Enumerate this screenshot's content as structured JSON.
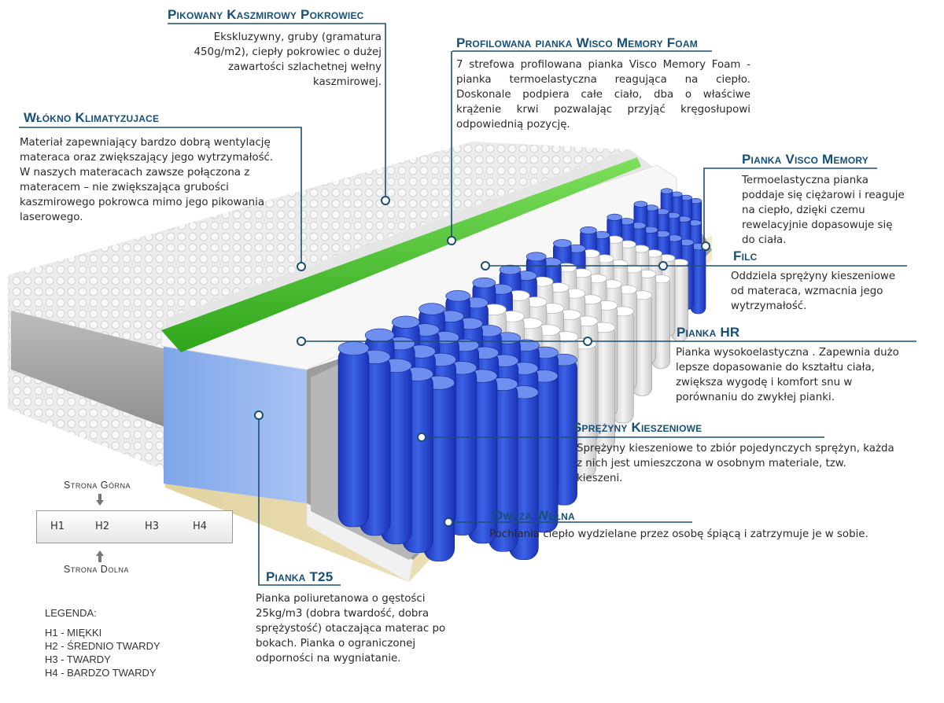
{
  "labels": {
    "pikowany": {
      "title": "Pikowany Kaszmirowy Pokrowiec",
      "lines": [
        "Ekskluzywny, gruby (gramatura",
        "450g/m2), ciepły pokrowiec o dużej",
        "zawartości szlachetnej wełny",
        "kaszmirowej."
      ]
    },
    "profilowana": {
      "title": "Profilowana pianka Wisco Memory Foam",
      "lines": [
        "7 strefowa profilowana pianka Visco Memory Foam -",
        "pianka termoelastyczna reagująca na ciepło.",
        "Doskonale podpiera całe ciało, dba o właściwe",
        "krążenie krwi pozwalając przyjąć kręgosłupowi",
        "odpowiednią pozycję."
      ]
    },
    "wlokno": {
      "title": "Włókno Klimatyzujace",
      "lines": [
        "Materiał zapewniający bardzo dobrą wentylację",
        "materaca oraz zwiększający jego wytrzymałość.",
        "W naszych materacach zawsze połączona z",
        "materacem – nie zwiększająca grubości",
        "kaszmirowego pokrowca mimo jego pikowania",
        "laserowego."
      ]
    },
    "visco": {
      "title": "Pianka Visco Memory",
      "lines": [
        "Termoelastyczna pianka",
        "poddaje się ciężarowi i reaguje",
        "na ciepło, dzięki czemu",
        "rewelacyjnie dopasowuje się",
        "do ciała."
      ]
    },
    "filc": {
      "title": "Filc",
      "lines": [
        "Oddziela sprężyny kieszeniowe",
        "od materaca, wzmacnia jego",
        "wytrzymałość."
      ]
    },
    "hr": {
      "title": "Pianka HR",
      "lines": [
        "Pianka wysokoelastyczna . Zapewnia dużo",
        "lepsze dopasowanie do kształtu ciała,",
        "zwiększa wygodę i komfort snu w",
        "porównaniu do zwykłej pianki."
      ]
    },
    "sprezyny": {
      "title": "Sprężyny Kieszeniowe",
      "lines": [
        "Sprężyny kieszeniowe to zbiór pojedynczych sprężyn, każda",
        "z nich jest umieszczona w osobnym materiale, tzw.",
        "kieszeni."
      ]
    },
    "owcza": {
      "title": "Owcza Wełna",
      "lines": [
        "Pochłania ciepło wydzielane przez osobę śpiącą i zatrzymuje je w sobie."
      ]
    },
    "t25": {
      "title": "Pianka T25",
      "lines": [
        "Pianka poliuretanowa o gęstości",
        "25kg/m3 (dobra twardość, dobra",
        "sprężystość) otaczająca materac po",
        "bokach. Pianka o ograniczonej",
        "odporności na wygniatanie."
      ]
    }
  },
  "hardness": {
    "top_label": "Strona Górna",
    "bottom_label": "Strona Dolna",
    "levels": [
      "H1",
      "H2",
      "H3",
      "H4"
    ]
  },
  "legend": {
    "heading": "LEGENDA:",
    "items": [
      "H1 - MIĘKKI",
      "H2 - ŚREDNIO TWARDY",
      "H3 - TWARDY",
      "H4 - BARDZO TWARDY"
    ]
  },
  "colors": {
    "title": "#16507a",
    "leader_line": "#1d4f72",
    "foam_blue": "#8fb2ec",
    "spring_blue": "#2545d0",
    "memory_green": "#3ec92a"
  }
}
